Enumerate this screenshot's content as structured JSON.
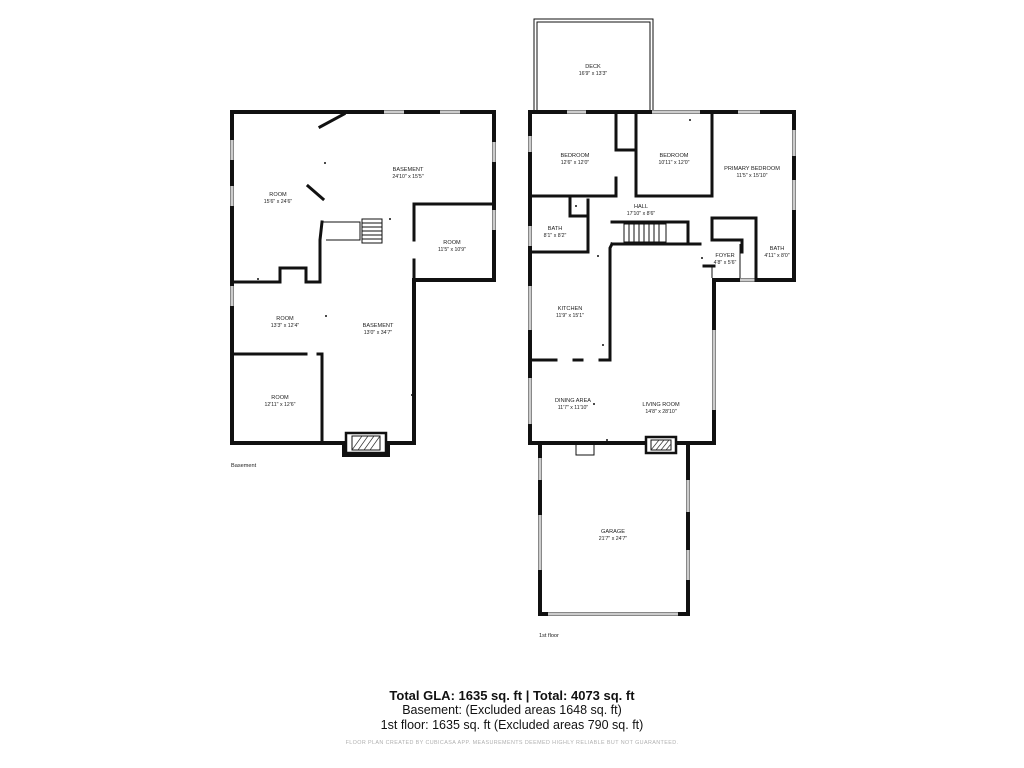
{
  "floors": [
    {
      "label": "Basement",
      "rooms": [
        {
          "name": "ROOM",
          "dim": "15'6\" x 24'6\""
        },
        {
          "name": "BASEMENT",
          "dim": "24'10\" x 15'5\""
        },
        {
          "name": "ROOM",
          "dim": "11'5\" x 10'9\""
        },
        {
          "name": "ROOM",
          "dim": "13'3\" x 12'4\""
        },
        {
          "name": "BASEMENT",
          "dim": "13'0\" x 34'7\""
        },
        {
          "name": "ROOM",
          "dim": "12'11\" x 12'6\""
        }
      ]
    },
    {
      "label": "1st floor",
      "rooms": [
        {
          "name": "DECK",
          "dim": "16'9\" x 13'3\""
        },
        {
          "name": "BEDROOM",
          "dim": "12'6\" x 12'0\""
        },
        {
          "name": "BEDROOM",
          "dim": "10'11\" x 12'0\""
        },
        {
          "name": "PRIMARY BEDROOM",
          "dim": "11'5\" x 15'10\""
        },
        {
          "name": "HALL",
          "dim": "17'10\" x 8'6\""
        },
        {
          "name": "BATH",
          "dim": "8'1\" x 8'2\""
        },
        {
          "name": "FOYER",
          "dim": "4'8\" x 5'6\""
        },
        {
          "name": "BATH",
          "dim": "4'11\" x 8'0\""
        },
        {
          "name": "KITCHEN",
          "dim": "11'9\" x 15'1\""
        },
        {
          "name": "DINING AREA",
          "dim": "11'7\" x 11'10\""
        },
        {
          "name": "LIVING ROOM",
          "dim": "14'8\" x 28'10\""
        },
        {
          "name": "GARAGE",
          "dim": "21'7\" x 24'7\""
        }
      ]
    }
  ],
  "summary": {
    "total": "Total GLA: 1635 sq. ft | Total: 4073 sq. ft",
    "basement": "Basement: (Excluded areas 1648 sq. ft)",
    "first_floor": "1st floor: 1635 sq. ft (Excluded areas 790 sq. ft)",
    "disclaimer": "Floor plan created by CubiCasa App. Measurements deemed highly reliable but not guaranteed."
  }
}
